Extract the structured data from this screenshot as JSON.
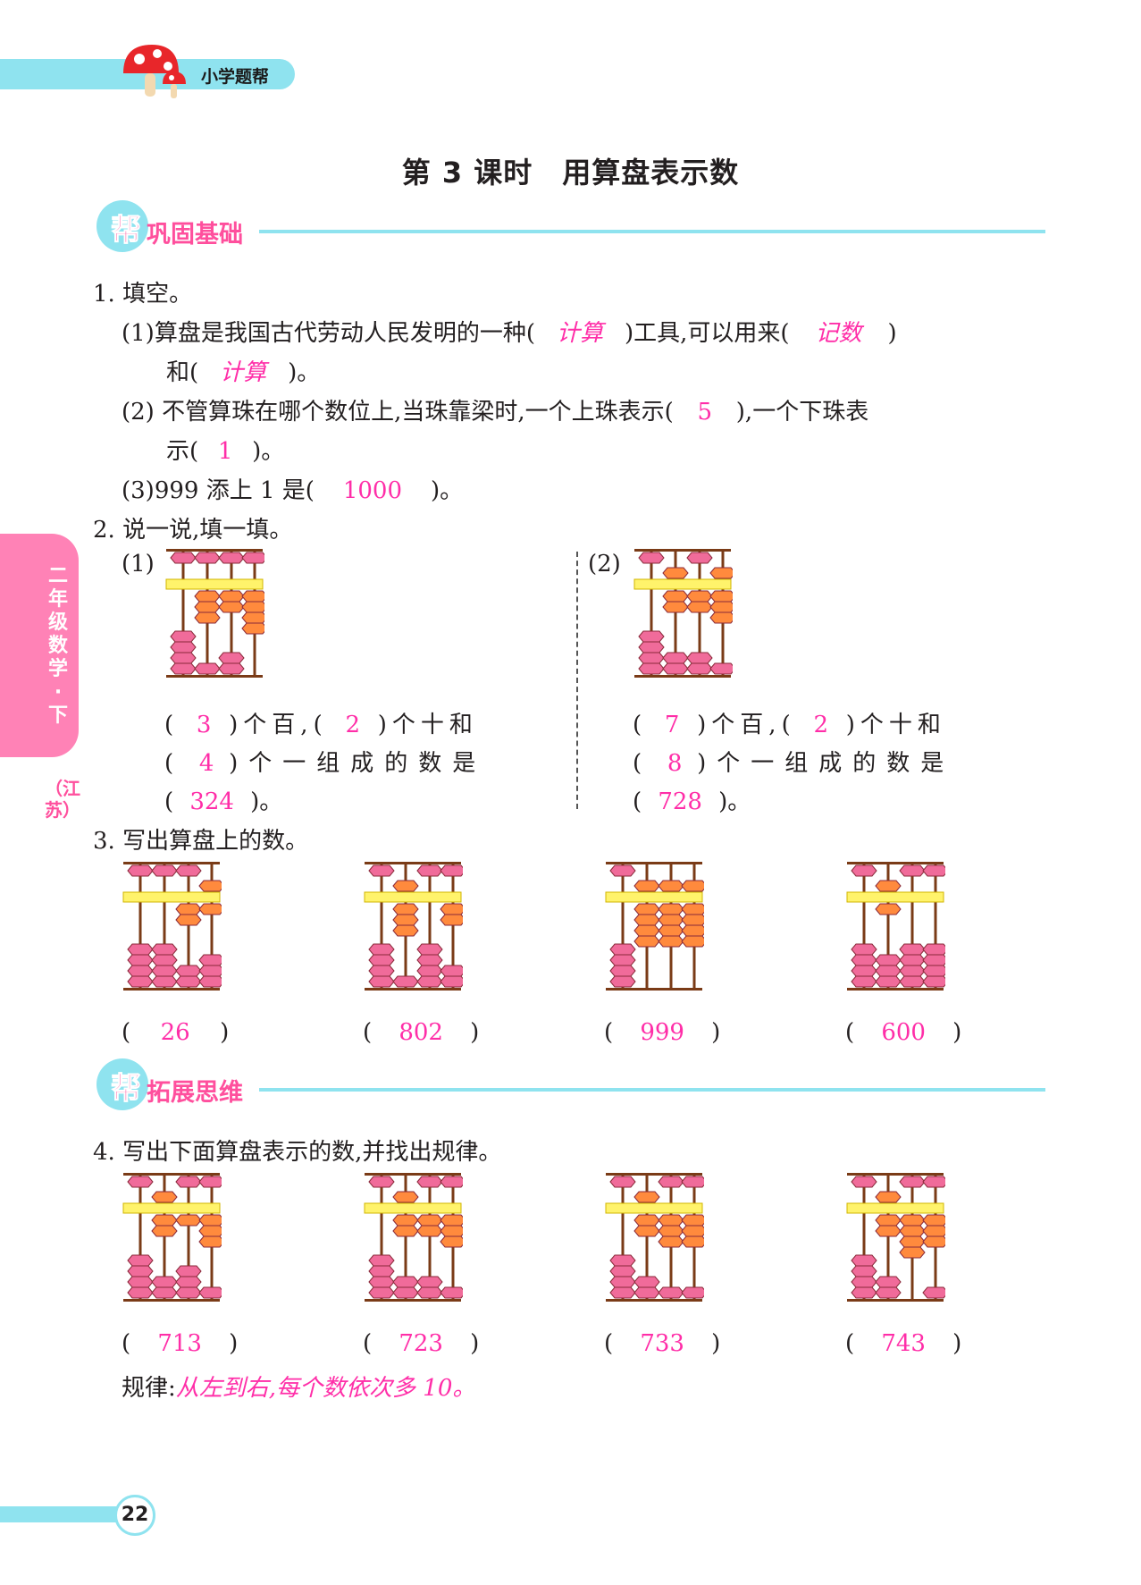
{
  "header": {
    "brand": "小学题帮"
  },
  "title": "第 3 课时　用算盘表示数",
  "sections": {
    "s1": {
      "bang": "帮",
      "label": "巩固基础"
    },
    "s2": {
      "bang": "帮",
      "label": "拓展思维"
    }
  },
  "side": {
    "grade": "二年级数学·下",
    "province": "（江苏）"
  },
  "q1": {
    "title": "1. 填空。",
    "p1_a": "(1)算盘是我国古代劳动人民发明的一种(",
    "p1_ans1": "计算",
    "p1_b": ")工具,可以用来(",
    "p1_ans2": "记数",
    "p1_c": ")",
    "p1_d": "和(",
    "p1_ans3": "计算",
    "p1_e": ")。",
    "p2_a": "(2) 不管算珠在哪个数位上,当珠靠梁时,一个上珠表示(",
    "p2_ans1": "5",
    "p2_b": "),一个下珠表",
    "p2_c": "示(",
    "p2_ans2": "1",
    "p2_d": ")。",
    "p3_a": "(3)999 添上 1 是(",
    "p3_ans": "1000",
    "p3_b": ")。"
  },
  "q2": {
    "title": "2. 说一说,填一填。",
    "left": {
      "label": "(1)",
      "hundreds": "3",
      "tens": "2",
      "ones": "4",
      "number": "324"
    },
    "right": {
      "label": "(2)",
      "hundreds": "7",
      "tens": "2",
      "ones": "8",
      "number": "728"
    },
    "t_paren_open": "(",
    "t_hundreds": ")个百,(",
    "t_tens": ")个十和",
    "t_ones": ")个一组成的数是",
    "t_end": ")。"
  },
  "q3": {
    "title": "3. 写出算盘上的数。",
    "answers": [
      "26",
      "802",
      "999",
      "600"
    ]
  },
  "q4": {
    "title": "4. 写出下面算盘表示的数,并找出规律。",
    "answers": [
      "713",
      "723",
      "733",
      "743"
    ],
    "rule_label": "规律:",
    "rule_text": "从左到右,每个数依次多 10。"
  },
  "abaci": {
    "q2_1": [
      [
        0,
        3
      ],
      [
        0,
        2
      ],
      [
        0,
        4
      ]
    ],
    "q2_2": [
      [
        1,
        2
      ],
      [
        0,
        2
      ],
      [
        1,
        3
      ]
    ],
    "q3_1": [
      [
        0,
        0
      ],
      [
        0,
        2
      ],
      [
        1,
        1
      ]
    ],
    "q3_2": [
      [
        1,
        3
      ],
      [
        0,
        0
      ],
      [
        0,
        2
      ]
    ],
    "q3_3": [
      [
        1,
        4
      ],
      [
        1,
        4
      ],
      [
        1,
        4
      ]
    ],
    "q3_4": [
      [
        1,
        1
      ],
      [
        0,
        0
      ],
      [
        0,
        0
      ]
    ],
    "q4_1": [
      [
        1,
        2
      ],
      [
        0,
        1
      ],
      [
        0,
        3
      ]
    ],
    "q4_2": [
      [
        1,
        2
      ],
      [
        0,
        2
      ],
      [
        0,
        3
      ]
    ],
    "q4_3": [
      [
        1,
        2
      ],
      [
        0,
        3
      ],
      [
        0,
        3
      ]
    ],
    "q4_4": [
      [
        1,
        2
      ],
      [
        0,
        4
      ],
      [
        0,
        3
      ]
    ]
  },
  "colors": {
    "cyan": "#8fe3ef",
    "pink": "#ff4f9d",
    "answer": "#ff2ea8",
    "bead_top": "#ff8a3d",
    "bead_bottom": "#f06b9a",
    "beam": "#fff36b"
  },
  "page_number": "22"
}
